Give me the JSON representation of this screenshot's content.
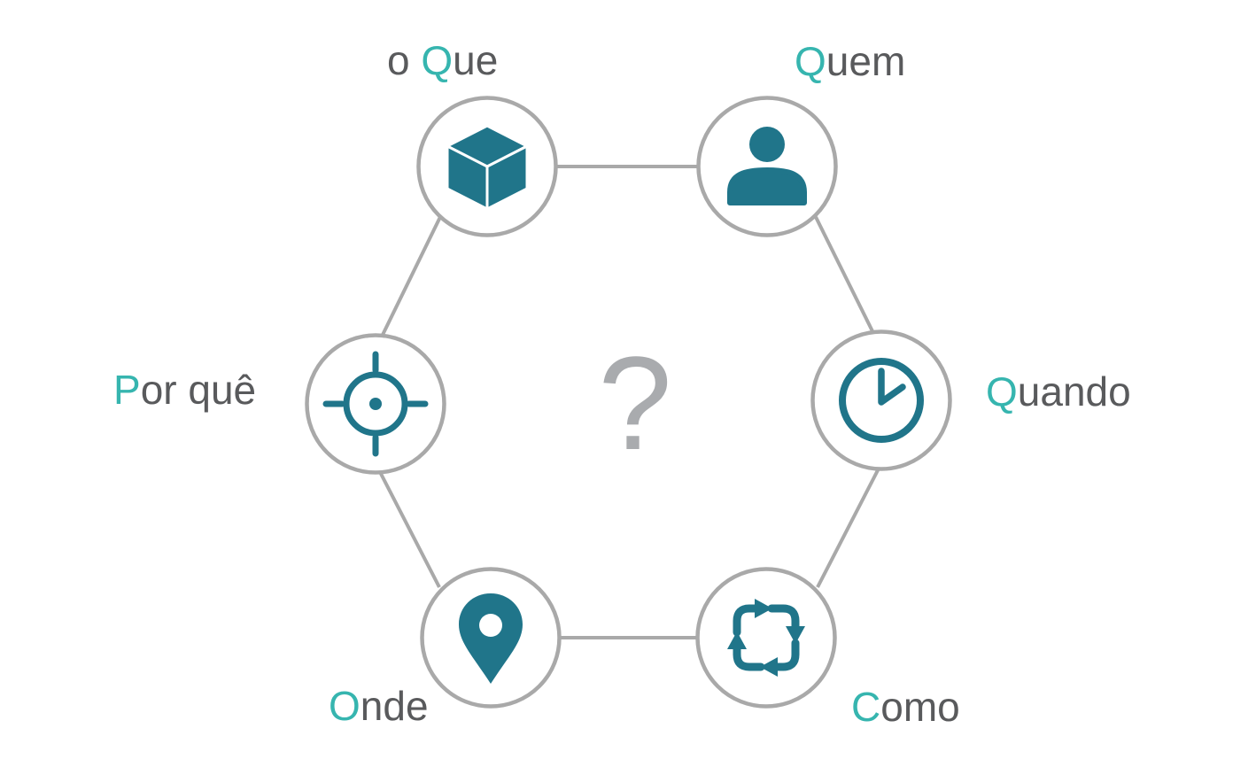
{
  "diagram": {
    "center_symbol": "?",
    "colors": {
      "accent_teal": "#36B5AF",
      "icon_teal": "#20758A",
      "label_gray": "#595A5C",
      "line_gray": "#A9A9A9",
      "question_gray": "#A9ABAE"
    },
    "nodes": [
      {
        "label_pre": "o ",
        "label_accent": "Q",
        "label_rest": "ue",
        "icon": "cube-icon"
      },
      {
        "label_pre": "",
        "label_accent": "Q",
        "label_rest": "uem",
        "icon": "person-icon"
      },
      {
        "label_pre": "",
        "label_accent": "Q",
        "label_rest": "uando",
        "icon": "clock-icon"
      },
      {
        "label_pre": "",
        "label_accent": "C",
        "label_rest": "omo",
        "icon": "process-arrows-icon"
      },
      {
        "label_pre": "",
        "label_accent": "O",
        "label_rest": "nde",
        "icon": "location-pin-icon"
      },
      {
        "label_pre": "",
        "label_accent": "P",
        "label_rest": "or quê",
        "icon": "target-icon"
      }
    ]
  }
}
